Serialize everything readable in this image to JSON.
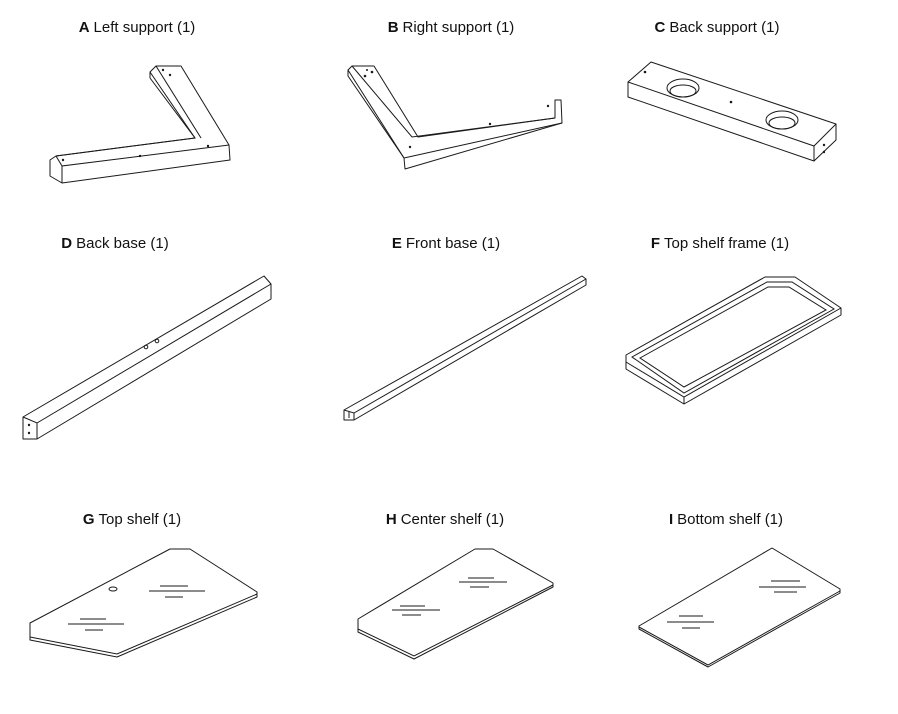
{
  "parts": [
    {
      "letter": "A",
      "name": "Left support",
      "qty": "(1)"
    },
    {
      "letter": "B",
      "name": "Right support",
      "qty": "(1)"
    },
    {
      "letter": "C",
      "name": "Back support",
      "qty": "(1)"
    },
    {
      "letter": "D",
      "name": "Back base",
      "qty": "(1)"
    },
    {
      "letter": "E",
      "name": "Front base",
      "qty": "(1)"
    },
    {
      "letter": "F",
      "name": "Top shelf frame",
      "qty": "(1)"
    },
    {
      "letter": "G",
      "name": "Top shelf",
      "qty": "(1)"
    },
    {
      "letter": "H",
      "name": "Center shelf",
      "qty": "(1)"
    },
    {
      "letter": "I",
      "name": "Bottom shelf",
      "qty": "(1)"
    }
  ]
}
